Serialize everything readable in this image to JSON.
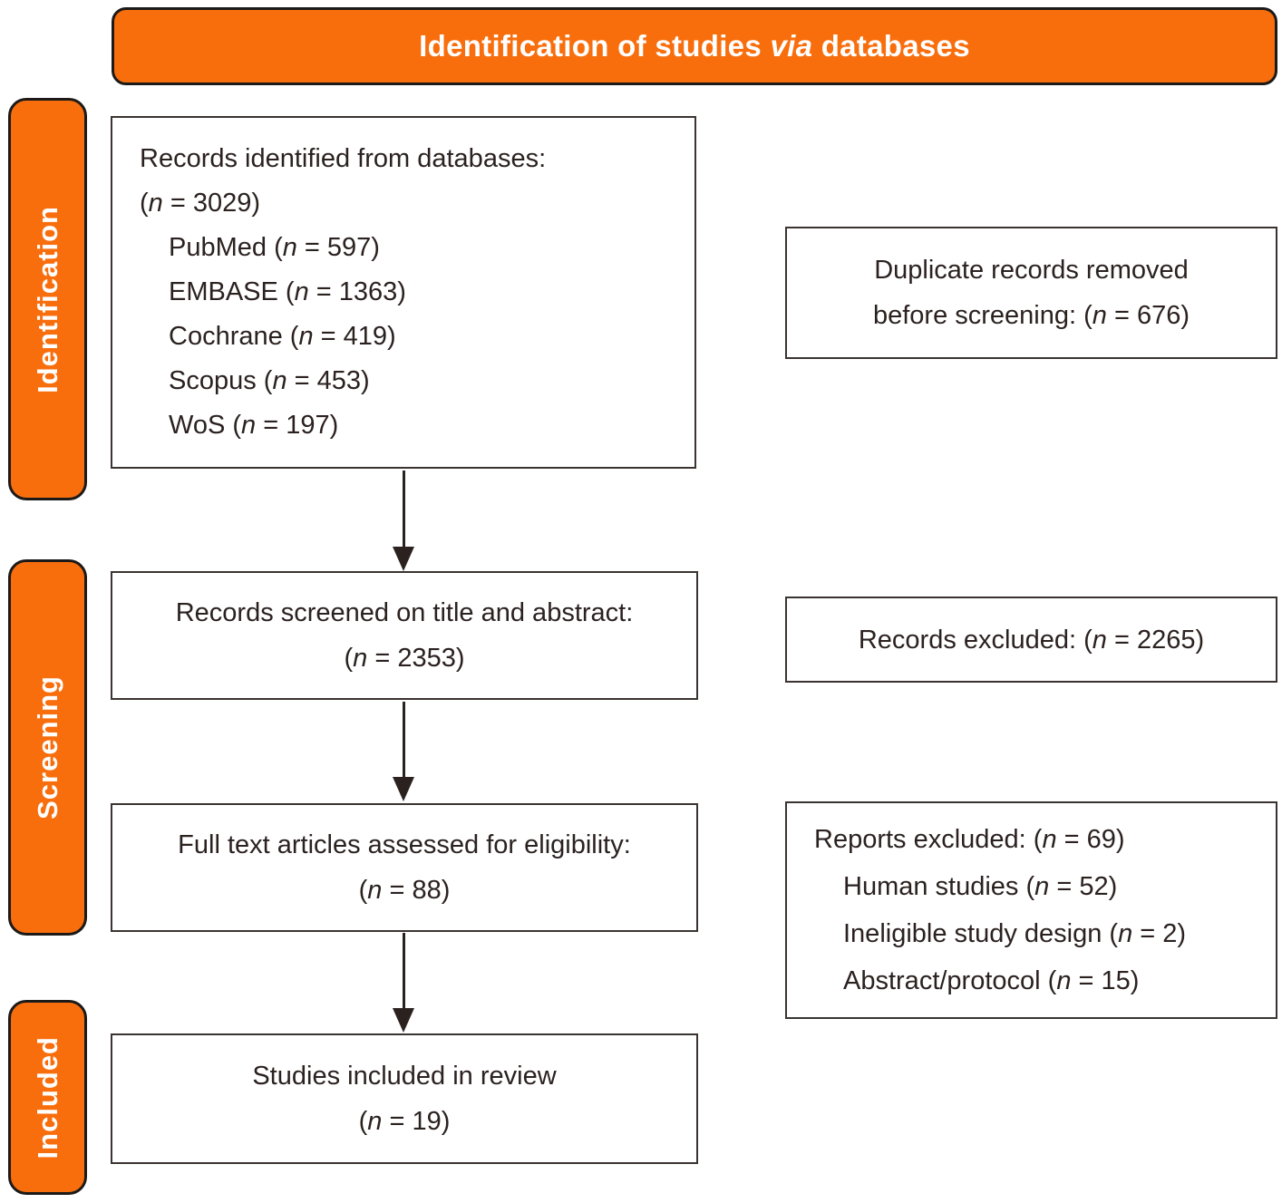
{
  "colors": {
    "orange": "#F86E0D",
    "ink": "#2B2220",
    "box_border": "#3A3331",
    "frame_border": "#1C1A19",
    "label_text": "#FFFFFF"
  },
  "header": {
    "pre": "Identification of studies ",
    "italic": "via",
    "post": " databases"
  },
  "sidebar": {
    "identification": "Identification",
    "screening": "Screening",
    "included": "Included"
  },
  "flow": {
    "records_identified": {
      "lines": [
        {
          "pre": "Records identified from databases:",
          "n": "",
          "post": ""
        },
        {
          "pre": "(",
          "n": "n",
          "post": " = 3029)"
        },
        {
          "pre": "PubMed (",
          "n": "n",
          "post": " = 597)"
        },
        {
          "pre": "EMBASE (",
          "n": "n",
          "post": " = 1363)"
        },
        {
          "pre": "Cochrane (",
          "n": "n",
          "post": " = 419)"
        },
        {
          "pre": "Scopus (",
          "n": "n",
          "post": " = 453)"
        },
        {
          "pre": "WoS (",
          "n": "n",
          "post": " = 197)"
        }
      ]
    },
    "records_screened": {
      "lines": [
        {
          "pre": "Records screened on title and abstract:",
          "n": "",
          "post": ""
        },
        {
          "pre": "(",
          "n": "n",
          "post": " = 2353)"
        }
      ]
    },
    "fulltext_assessed": {
      "lines": [
        {
          "pre": "Full text articles assessed for eligibility:",
          "n": "",
          "post": ""
        },
        {
          "pre": "(",
          "n": "n",
          "post": " = 88)"
        }
      ]
    },
    "studies_included": {
      "lines": [
        {
          "pre": "Studies included in review",
          "n": "",
          "post": ""
        },
        {
          "pre": "(",
          "n": "n",
          "post": " = 19)"
        }
      ]
    },
    "duplicates_removed": {
      "lines": [
        {
          "pre": "Duplicate records removed",
          "n": "",
          "post": ""
        },
        {
          "pre": "before screening: (",
          "n": "n",
          "post": " = 676)"
        }
      ]
    },
    "records_excluded": {
      "lines": [
        {
          "pre": "Records excluded: (",
          "n": "n",
          "post": " = 2265)"
        }
      ]
    },
    "reports_excluded": {
      "lines": [
        {
          "pre": "Reports excluded: (",
          "n": "n",
          "post": " = 69)"
        },
        {
          "pre": "Human studies (",
          "n": "n",
          "post": " = 52)"
        },
        {
          "pre": "Ineligible study design (",
          "n": "n",
          "post": " = 2)"
        },
        {
          "pre": "Abstract/protocol (",
          "n": "n",
          "post": " = 15)"
        }
      ]
    }
  }
}
